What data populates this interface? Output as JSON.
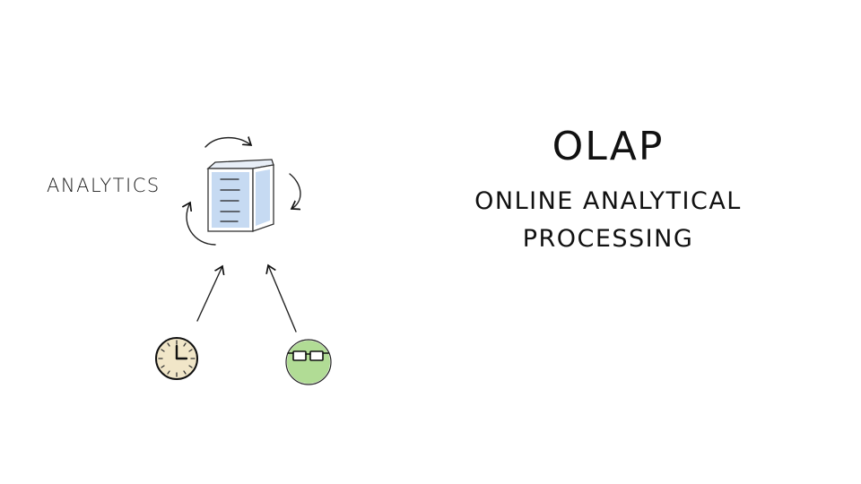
{
  "diagram": {
    "side_label": "ANALYTICS",
    "title": "OLAP",
    "subtitle_line1": "ONLINE ANALYTICAL",
    "subtitle_line2": "PROCESSING"
  },
  "icons": {
    "data_cube": "data-cube-icon",
    "clock": "clock-icon",
    "user": "user-with-glasses-icon",
    "cycle_arrows": "cycle-arrow-icon",
    "input_arrows": "arrow-icon"
  },
  "colors": {
    "ink": "#111111",
    "cube_fill": "#bcd4f0",
    "clock_face": "#f1e6c8",
    "user_face": "#a9d88a"
  }
}
